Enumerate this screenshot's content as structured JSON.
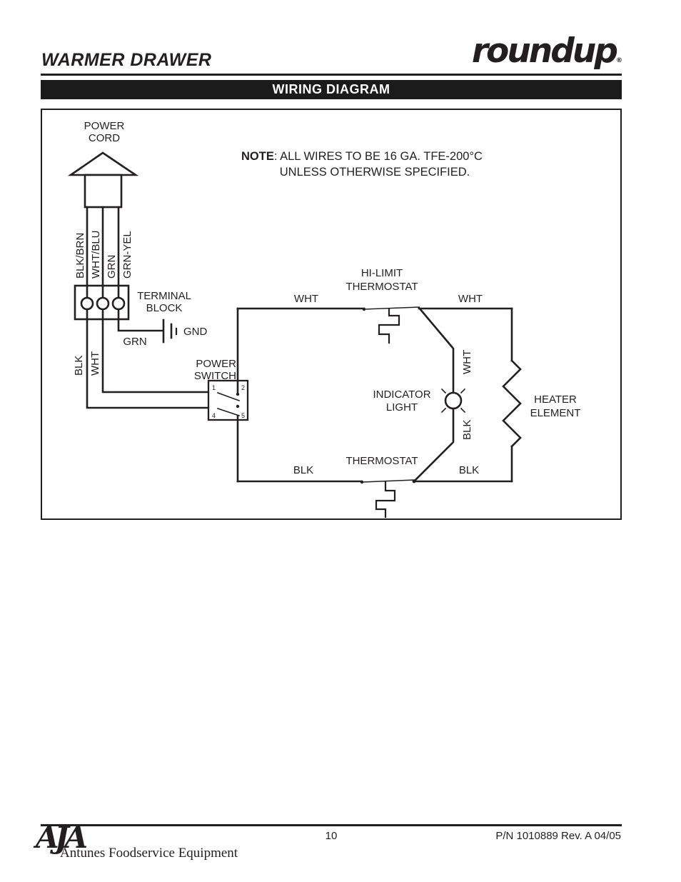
{
  "header": {
    "title": "WARMER DRAWER",
    "brand": "roundup",
    "registered": "®",
    "section": "WIRING DIAGRAM"
  },
  "note": {
    "label": "NOTE",
    "rest": ": ALL WIRES TO BE 16 GA. TFE-200°C",
    "line2": "UNLESS OTHERWISE SPECIFIED."
  },
  "diagram": {
    "power_cord_1": "POWER",
    "power_cord_2": "CORD",
    "cord_wire_labels": [
      "BLK/BRN",
      "WHT/BLU",
      "GRN",
      "GRN-YEL"
    ],
    "terminal_block_1": "TERMINAL",
    "terminal_block_2": "BLOCK",
    "grn_label": "GRN",
    "gnd_label": "GND",
    "blk_riser": "BLK",
    "wht_riser": "WHT",
    "power_switch_1": "POWER",
    "power_switch_2": "SWITCH",
    "switch_terminals": [
      "1",
      "2",
      "4",
      "5"
    ],
    "hi_limit_1": "HI-LIMIT",
    "hi_limit_2": "THERMOSTAT",
    "top_left_wire": "WHT",
    "top_right_wire": "WHT",
    "indicator_1": "INDICATOR",
    "indicator_2": "LIGHT",
    "indicator_top_wire": "WHT",
    "indicator_bottom_wire": "BLK",
    "heater_1": "HEATER",
    "heater_2": "ELEMENT",
    "thermostat_label": "THERMOSTAT",
    "bottom_left_wire": "BLK",
    "bottom_right_wire": "BLK"
  },
  "footer": {
    "page_number": "10",
    "part_number": "P/N 1010889 Rev. A 04/05",
    "logo_mark": "AJA",
    "logo_text": "Antunes Foodservice Equipment"
  },
  "colors": {
    "ink": "#231f20",
    "bar": "#1b1b1b",
    "paper": "#ffffff"
  }
}
